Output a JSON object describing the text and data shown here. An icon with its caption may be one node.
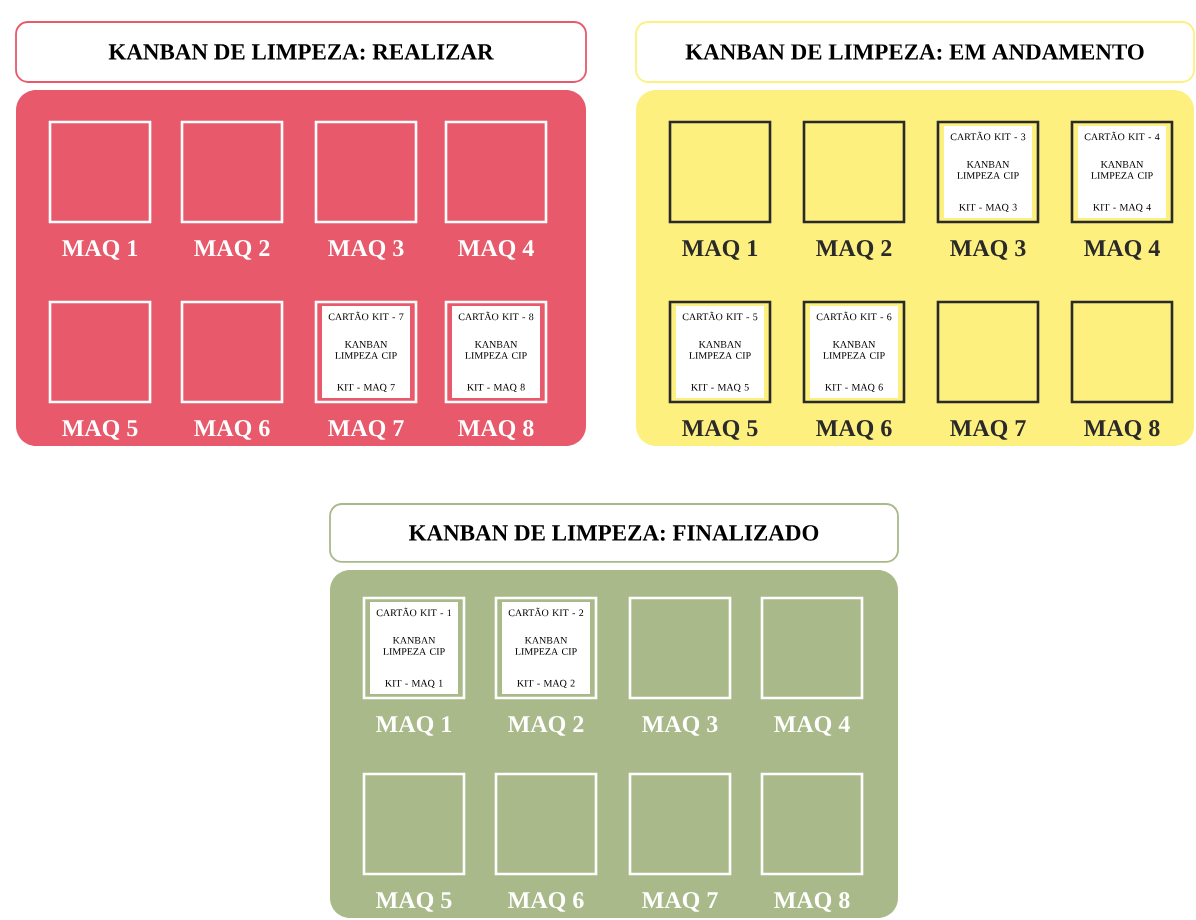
{
  "diagram": {
    "nodes": [
      {
        "text": [
          "KANBAN DE LIMPEZA: REALIZAR"
        ]
      },
      {
        "text": [],
        "shape": "box"
      },
      {
        "text": [],
        "shape": "box",
        "in": 1,
        "beside": [
          "MAQ 1"
        ]
      },
      {
        "text": [],
        "shape": "box",
        "in": 1,
        "beside": [
          "MAQ 2"
        ]
      },
      {
        "text": [],
        "shape": "box",
        "in": 1,
        "beside": [
          "MAQ 3"
        ]
      },
      {
        "text": [],
        "shape": "box",
        "in": 1,
        "beside": [
          "MAQ 4"
        ]
      },
      {
        "text": [],
        "shape": "box",
        "in": 1,
        "beside": [
          "MAQ 5"
        ]
      },
      {
        "text": [],
        "shape": "box",
        "in": 1,
        "beside": [
          "MAQ 6"
        ]
      },
      {
        "text": [],
        "shape": "box",
        "in": 1,
        "beside": [
          "MAQ 7"
        ]
      },
      {
        "text": [
          "CARTÃO KIT - 7",
          "KANBAN LIMPEZA CIP",
          "KIT - MAQ 7"
        ],
        "in": 8
      },
      {
        "text": [],
        "shape": "box",
        "in": 1,
        "beside": [
          "MAQ 8"
        ]
      },
      {
        "text": [
          "CARTÃO KIT - 8",
          "KANBAN LIMPEZA CIP",
          "KIT - MAQ 8"
        ],
        "in": 10
      },
      {
        "text": [
          "KANBAN DE LIMPEZA: EM ANDAMENTO"
        ]
      },
      {
        "text": [],
        "shape": "box"
      },
      {
        "text": [],
        "shape": "box",
        "in": 13,
        "beside": [
          "MAQ 1"
        ]
      },
      {
        "text": [],
        "shape": "box",
        "in": 13,
        "beside": [
          "MAQ 2"
        ]
      },
      {
        "text": [],
        "shape": "box",
        "in": 13,
        "beside": [
          "MAQ 3"
        ]
      },
      {
        "text": [
          "CARTÃO KIT - 3",
          "KANBAN LIMPEZA CIP",
          "KIT - MAQ 3"
        ],
        "in": 16
      },
      {
        "text": [],
        "shape": "box",
        "in": 13,
        "beside": [
          "MAQ 4"
        ]
      },
      {
        "text": [
          "CARTÃO KIT - 4",
          "KANBAN LIMPEZA CIP",
          "KIT - MAQ 4"
        ],
        "in": 18
      },
      {
        "text": [],
        "shape": "box",
        "in": 13,
        "beside": [
          "MAQ 5"
        ]
      },
      {
        "text": [
          "CARTÃO KIT - 5",
          "KANBAN LIMPEZA CIP",
          "KIT - MAQ 5"
        ],
        "in": 20
      },
      {
        "text": [],
        "shape": "box",
        "in": 13,
        "beside": [
          "MAQ 6"
        ]
      },
      {
        "text": [
          "CARTÃO KIT - 6",
          "KANBAN LIMPEZA CIP",
          "KIT - MAQ 6"
        ],
        "in": 22
      },
      {
        "text": [],
        "shape": "box",
        "in": 13,
        "beside": [
          "MAQ 7"
        ]
      },
      {
        "text": [],
        "shape": "box",
        "in": 13,
        "beside": [
          "MAQ 8"
        ]
      },
      {
        "text": [
          "KANBAN DE LIMPEZA: FINALIZADO"
        ]
      },
      {
        "text": [],
        "shape": "box"
      },
      {
        "text": [],
        "shape": "box",
        "in": 27,
        "beside": [
          "MAQ 1"
        ]
      },
      {
        "text": [
          "CARTÃO KIT - 1",
          "KANBAN LIMPEZA CIP",
          "KIT - MAQ 1"
        ],
        "in": 28
      },
      {
        "text": [],
        "shape": "box",
        "in": 27,
        "beside": [
          "MAQ 2"
        ]
      },
      {
        "text": [
          "CARTÃO KIT - 2",
          "KANBAN LIMPEZA CIP",
          "KIT - MAQ 2"
        ],
        "in": 30
      },
      {
        "text": [],
        "shape": "box",
        "in": 27,
        "beside": [
          "MAQ 3"
        ]
      },
      {
        "text": [],
        "shape": "box",
        "in": 27,
        "beside": [
          "MAQ 4"
        ]
      },
      {
        "text": [],
        "shape": "box",
        "in": 27,
        "beside": [
          "MAQ 5"
        ]
      },
      {
        "text": [],
        "shape": "box",
        "in": 27,
        "beside": [
          "MAQ 6"
        ]
      },
      {
        "text": [],
        "shape": "box",
        "in": 27,
        "beside": [
          "MAQ 7"
        ]
      },
      {
        "text": [],
        "shape": "box",
        "in": 27,
        "beside": [
          "MAQ 8"
        ]
      }
    ]
  }
}
